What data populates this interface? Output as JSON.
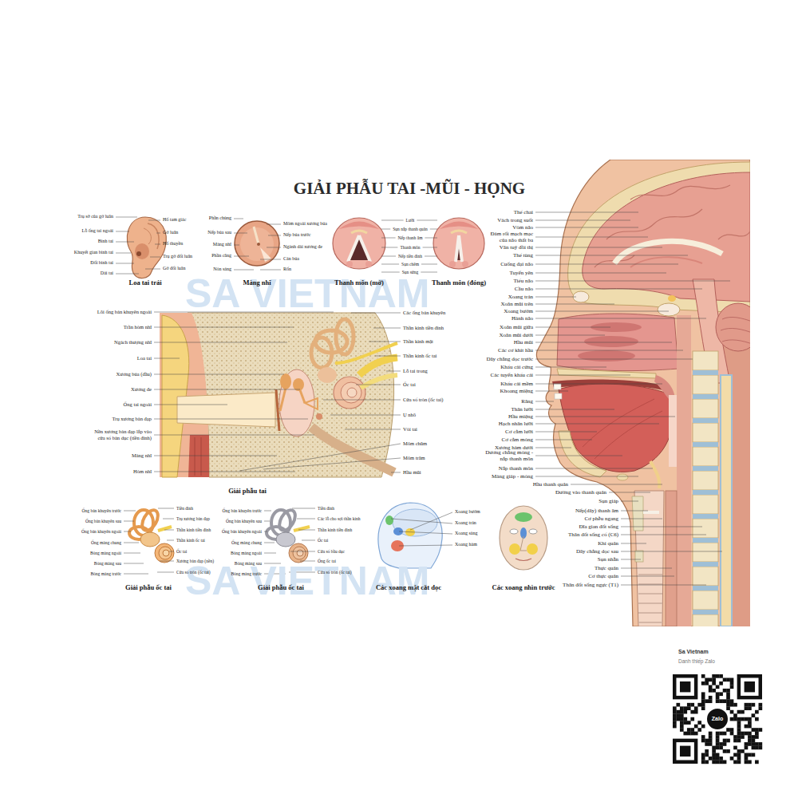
{
  "diagram": {
    "title": "GIẢI PHẪU TAI -MŨI - HỌNG",
    "labels": [
      "SA VIETNAM",
      "SA VIETNAM",
      "Trụ sở của gờ luân",
      "Lỗ ống tai ngoài",
      "Bình tai",
      "Khuyết gian bình tai",
      "Đối bình tai",
      "Dái tai",
      "Hố tam giác",
      "Gờ luân",
      "Hố thuyền",
      "Trụ gờ đối luân",
      "Gờ đối luân",
      "Loa tai trái",
      "Phần chùng",
      "Nếp búa sau",
      "Màng nhĩ",
      "Phần căng",
      "Nón sáng",
      "Mỏm ngoài xương búa",
      "Nếp búa trước",
      "Ngành dài xương đe",
      "Cán búa",
      "Rốn",
      "Màng nhĩ",
      "Lưỡi",
      "Sụn nắp thanh quản",
      "Nếp thanh âm",
      "Thanh môn",
      "Nếp tiền đình",
      "Sụn chêm",
      "Sụn sừng",
      "Thanh môn (mở)",
      "Thanh môn (đóng)",
      "Thể chai",
      "Vách trong suốt",
      "Vòm não",
      "Đám rối mạch mạc của não thất ba",
      "Vân tuỷ đồi thị",
      "Thể tùng",
      "Cuống đại não",
      "Tuyến yên",
      "Tiểu não",
      "Cầu não",
      "Xoang trán",
      "Xoăn mũi trên",
      "Xoang bướm",
      "Hành não",
      "Xoăn mũi giữa",
      "Xoăn mũi dưới",
      "Hầu mũi",
      "Các cơ khít hầu",
      "Dây chằng dọc trước",
      "Khẩu cái cứng",
      "Các tuyến khẩu cái",
      "Khẩu cái mềm",
      "Khoang miệng",
      "Răng",
      "Thân lưỡi",
      "Hầu miệng",
      "Hạch nhân lưỡi",
      "Cơ cằm lưỡi",
      "Cơ cằm móng",
      "Xương hàm dưới",
      "Dương chằng móng - nắp thanh môn",
      "Nắp thanh môn",
      "Màng giáp - móng",
      "Hầu thanh quản",
      "Đường vào thanh quản",
      "Sụn giáp",
      "Nếp(dây) thanh âm",
      "Cơ phễu ngang",
      "Đĩa gian đốt sống",
      "Thân đốt sống cổ (C6)",
      "Khí quản",
      "Dây chằng dọc sau",
      "Sụn nhẫn",
      "Thực quản",
      "Cơ thực quản",
      "Thân đốt sống ngực (T1)",
      "Lõi ống bán khuyên ngoài",
      "Trần hòm nhĩ",
      "Ngách thượng nhĩ",
      "Loa tai",
      "Xương búa (đầu)",
      "Xương đe",
      "Ống tai ngoài",
      "Trụ xương bàn đạp",
      "Nền xương bàn đạp lắp vào cửa sổ bàn dục (tiền đình)",
      "Màng nhĩ",
      "Hòm nhĩ",
      "Các ống bán khuyên",
      "Thần kinh tiền đình",
      "Thần kinh mặt",
      "Thần kinh ốc tai",
      "Lỗ tai trong",
      "Ốc tai",
      "Cửa sổ tròn (ốc tai)",
      "Ụ nhô",
      "Vòi tai",
      "Mỏm chũm",
      "Mỏm trâm",
      "Hầu mũi",
      "Giải phẫu tai",
      "Ống bán khuyên trước",
      "Ống bán khuyên sau",
      "Ống bán khuyên ngoài",
      "Ống màng chung",
      "Bóng màng ngoài",
      "Bóng màng sau",
      "Bóng màng trước",
      "Tiền đình",
      "Trụ xương bàn đạp",
      "Thần kinh tiền đình",
      "Thần kinh ốc tai",
      "Ốc tai",
      "Xương bàn đạp (nền)",
      "Cửa sổ tròn (ốc tai)",
      "Giải phẫu ốc tai",
      "Ống bán khuyên trước",
      "Ống bán khuyên sau",
      "Ống bán khuyên ngoài",
      "Ống màng chung",
      "Bóng màng ngoài",
      "Bóng màng sau",
      "Bóng màng trước",
      "Tiền đình",
      "Các lỗ cho sợi thần kinh",
      "Thần kinh tiền đình",
      "Ốc tai",
      "Cửa sổ bầu dục",
      "Ống ốc tai",
      "Cửa sổ tròn (ốc tai)",
      "Giải phẫu ốc tai",
      "Xoang bướm",
      "Xoang trán",
      "Xoang sàng",
      "Xoang hàm",
      "Các xoang mặt cắt dọc",
      "Các xoang nhìn trước",
      "Sa Vietnam",
      "Danh thiếp Zalo",
      "Zalo"
    ]
  }
}
